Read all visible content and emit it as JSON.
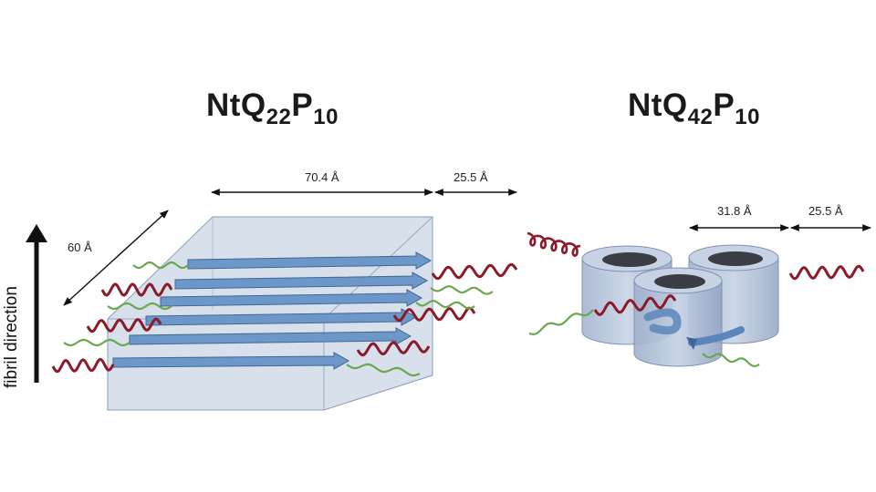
{
  "titles": {
    "left": {
      "base": "NtQ",
      "sub1": "22",
      "mid": "P",
      "sub2": "10"
    },
    "right": {
      "base": "NtQ",
      "sub1": "42",
      "mid": "P",
      "sub2": "10"
    }
  },
  "dimensions": {
    "left_width": "70.4 Å",
    "left_tail": "25.5 Å",
    "left_depth": "60 Å",
    "right_width": "31.8 Å",
    "right_tail": "25.5 Å"
  },
  "axis_label": "fibril direction",
  "colors": {
    "box_fill": "#b4c3db",
    "strand": "#6e97c9",
    "strand_edge": "#3f6795",
    "helix_red": "#8b1a2a",
    "coil_green": "#6aa84f",
    "cylinder_fill": "#a9b8d2",
    "cylinder_top": "#3a3d44"
  }
}
